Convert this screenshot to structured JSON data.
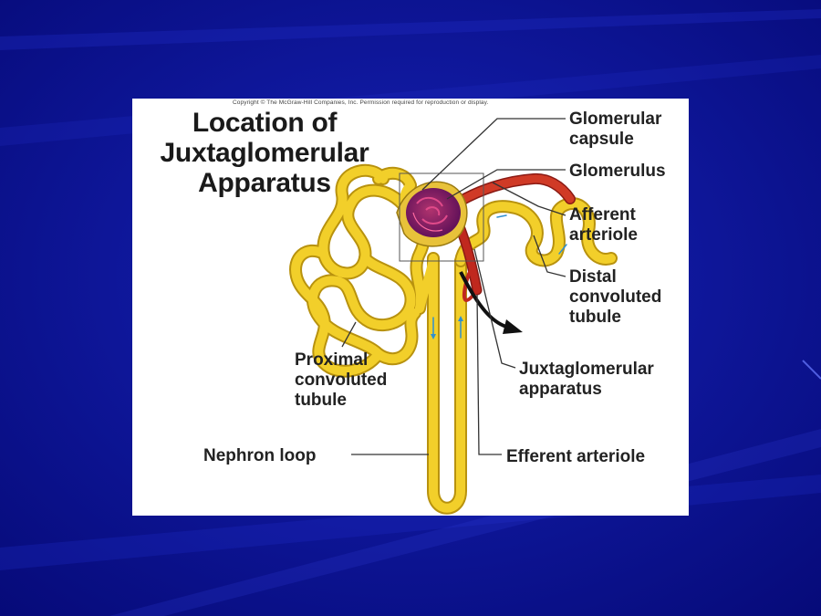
{
  "figure": {
    "copyright": "Copyright © The McGraw-Hill Companies, Inc. Permission required for reproduction or display.",
    "title_lines": [
      "Location of",
      "Juxtaglomerular",
      "Apparatus"
    ],
    "labels": {
      "glomerular_capsule": [
        "Glomerular",
        "capsule"
      ],
      "glomerulus": [
        "Glomerulus"
      ],
      "afferent_arteriole": [
        "Afferent",
        "arteriole"
      ],
      "distal_tubule": [
        "Distal",
        "convoluted",
        "tubule"
      ],
      "juxtaglomerular_apparatus": [
        "Juxtaglomerular",
        "apparatus"
      ],
      "efferent_arteriole": [
        "Efferent arteriole"
      ],
      "nephron_loop": [
        "Nephron loop"
      ],
      "proximal_tubule": [
        "Proximal",
        "convoluted",
        "tubule"
      ]
    }
  },
  "colors": {
    "slide_background": "#0a0f8c",
    "tubule": "#f2cf2a",
    "tubule_outline": "#b8920e",
    "glomerulus": "#7a1a6e",
    "arteriole": "#c0281e"
  }
}
